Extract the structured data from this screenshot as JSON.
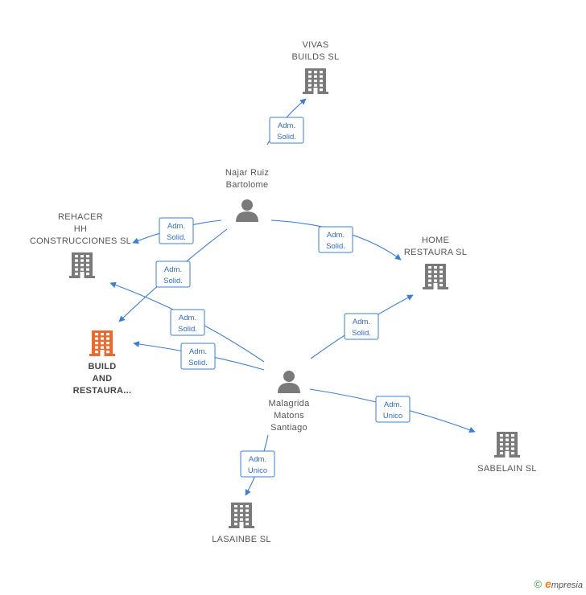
{
  "colors": {
    "edge": "#3a7ed6",
    "company": "#7a7a7a",
    "focus": "#ee6a2c",
    "person": "#7a7a7a"
  },
  "nodes": [
    {
      "id": "vivas",
      "kind": "company",
      "icon": "building-icon",
      "lines": [
        "VIVAS",
        "BUILDS  SL"
      ]
    },
    {
      "id": "najar",
      "kind": "person",
      "icon": "person-icon",
      "lines": [
        "Najar Ruiz",
        "Bartolome"
      ]
    },
    {
      "id": "rehacer",
      "kind": "company",
      "icon": "building-icon",
      "lines": [
        "REHACER",
        "HH",
        "CONSTRUCCIONES SL"
      ]
    },
    {
      "id": "home",
      "kind": "company",
      "icon": "building-icon",
      "lines": [
        "HOME",
        "RESTAURA  SL"
      ]
    },
    {
      "id": "build",
      "kind": "focus",
      "icon": "building-icon",
      "lines": [
        "BUILD",
        "AND",
        "RESTAURA..."
      ]
    },
    {
      "id": "malagrida",
      "kind": "person",
      "icon": "person-icon",
      "lines": [
        "Malagrida",
        "Matons",
        "Santiago"
      ]
    },
    {
      "id": "sabelain",
      "kind": "company",
      "icon": "building-icon",
      "lines": [
        "SABELAIN  SL"
      ]
    },
    {
      "id": "lasainbe",
      "kind": "company",
      "icon": "building-icon",
      "lines": [
        "LASAINBE SL"
      ]
    }
  ],
  "edges": [
    {
      "from": "najar",
      "to": "vivas",
      "lines": [
        "Adm.",
        "Solid."
      ]
    },
    {
      "from": "najar",
      "to": "rehacer",
      "lines": [
        "Adm.",
        "Solid."
      ]
    },
    {
      "from": "najar",
      "to": "build",
      "lines": [
        "Adm.",
        "Solid."
      ]
    },
    {
      "from": "najar",
      "to": "home",
      "lines": [
        "Adm.",
        "Solid."
      ]
    },
    {
      "from": "malagrida",
      "to": "rehacer",
      "lines": [
        "Adm.",
        "Solid."
      ]
    },
    {
      "from": "malagrida",
      "to": "build",
      "lines": [
        "Adm.",
        "Solid."
      ]
    },
    {
      "from": "malagrida",
      "to": "home",
      "lines": [
        "Adm.",
        "Solid."
      ]
    },
    {
      "from": "malagrida",
      "to": "sabelain",
      "lines": [
        "Adm.",
        "Unico"
      ]
    },
    {
      "from": "malagrida",
      "to": "lasainbe",
      "lines": [
        "Adm.",
        "Unico"
      ]
    }
  ],
  "brand": {
    "copyright": "©",
    "initial": "e",
    "name": "mpresia"
  }
}
